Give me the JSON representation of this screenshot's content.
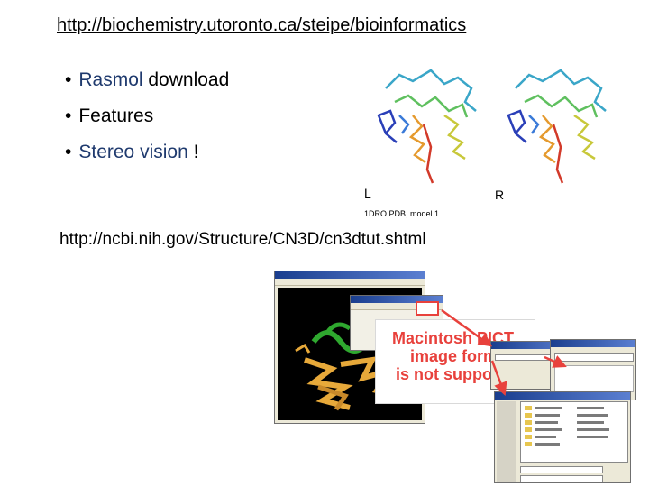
{
  "slide": {
    "top_url": "http://biochemistry.utoronto.ca/steipe/bioinformatics",
    "bullets": [
      {
        "marker": "•",
        "keyword": "Rasmol",
        "rest": " download"
      },
      {
        "marker": "•",
        "keyword": "",
        "rest": "Features"
      },
      {
        "marker": "•",
        "keyword": "Stereo vision",
        "rest": " !"
      }
    ],
    "stereo": {
      "left_label": "L",
      "right_label": "R",
      "caption": "1DRO.PDB, model 1"
    },
    "ncbi_url": "http://ncbi.nih.gov/Structure/CN3D/cn3dtut.shtml",
    "screenshot_overlay": {
      "lines": [
        "Macintosh PICT",
        "image format",
        "is not supported"
      ]
    }
  },
  "colors": {
    "keyword": "#1f3a6e",
    "alert_red": "#e8413c",
    "viewer_bg": "#000000",
    "ribbon_green": "#2fa82f",
    "ribbon_orange": "#e7a93a"
  }
}
